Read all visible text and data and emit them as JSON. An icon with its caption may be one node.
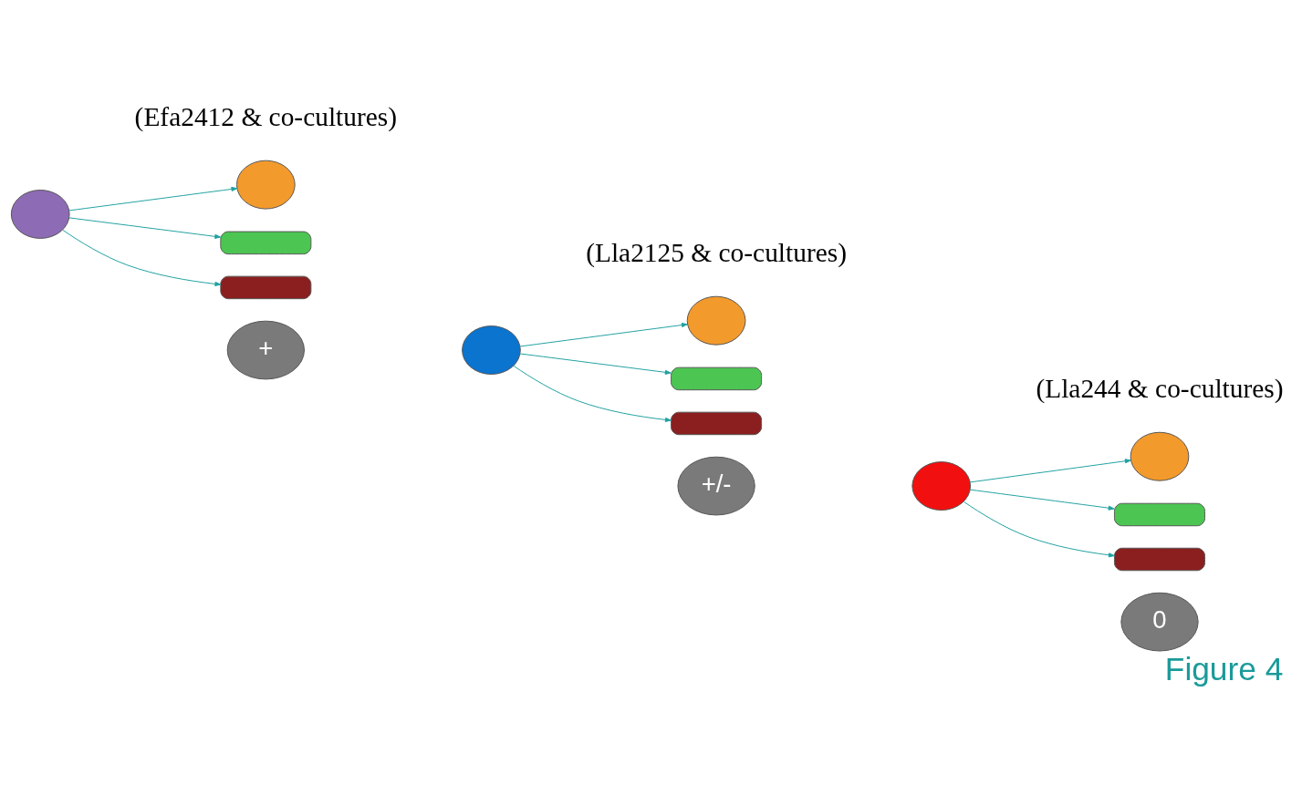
{
  "diagram": {
    "caption": "Figure 4",
    "nodes": [
      {
        "text": [],
        "shape": "circle"
      },
      {
        "text": [],
        "shape": "circle"
      },
      {
        "text": [],
        "shape": "bar"
      },
      {
        "text": [],
        "shape": "bar"
      },
      {
        "text": [
          "+"
        ]
      },
      {
        "text": [],
        "shape": "circle"
      },
      {
        "text": [],
        "shape": "circle"
      },
      {
        "text": [],
        "shape": "bar"
      },
      {
        "text": [],
        "shape": "bar"
      },
      {
        "text": [
          "+/-"
        ]
      },
      {
        "text": [],
        "shape": "circle"
      },
      {
        "text": [],
        "shape": "circle"
      },
      {
        "text": [],
        "shape": "bar"
      },
      {
        "text": [],
        "shape": "bar"
      },
      {
        "text": [
          "0"
        ]
      }
    ],
    "edges": [
      {
        "from": 0,
        "to": 1,
        "arrow": "to"
      },
      {
        "from": 0,
        "to": 2,
        "arrow": "to"
      },
      {
        "from": 0,
        "to": 3,
        "arrow": "to"
      },
      {
        "from": 5,
        "to": 6,
        "arrow": "to"
      },
      {
        "from": 5,
        "to": 7,
        "arrow": "to"
      },
      {
        "from": 5,
        "to": 8,
        "arrow": "to"
      },
      {
        "from": 10,
        "to": 11,
        "arrow": "to"
      },
      {
        "from": 10,
        "to": 12,
        "arrow": "to"
      },
      {
        "from": 10,
        "to": 13,
        "arrow": "to"
      }
    ],
    "labels": [
      "(Efa2412 & co-cultures)",
      "(Lla2125 & co-cultures)",
      "(Lla244 & co-cultures)"
    ]
  }
}
